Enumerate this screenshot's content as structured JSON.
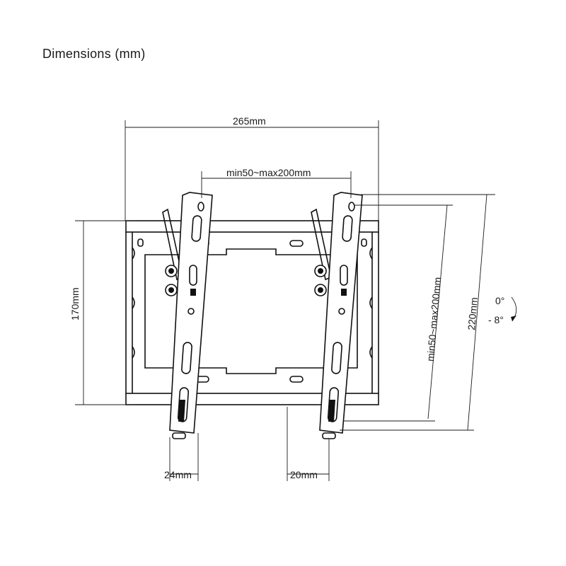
{
  "title": "Dimensions (mm)",
  "dimensions": {
    "overall_width": "265mm",
    "vesa_horizontal": "min50~max200mm",
    "vesa_vertical": "min50~max200mm",
    "overall_height": "220mm",
    "plate_height": "170mm",
    "arm_width": "24mm",
    "wall_depth": "20mm"
  },
  "tilt": {
    "top": "0°",
    "bottom": "- 8°"
  }
}
